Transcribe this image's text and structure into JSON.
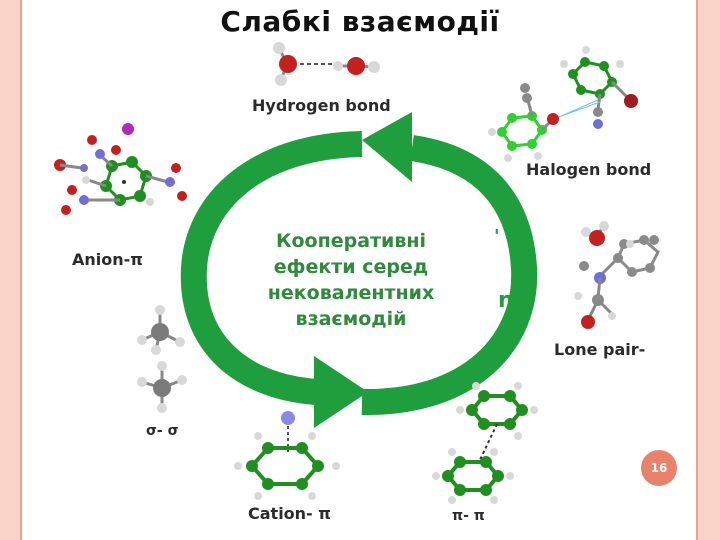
{
  "slide": {
    "title": "Слабкі взаємодії",
    "center_text": [
      "Кооперативні",
      "ефекти серед",
      "нековалентних",
      "взаємодій"
    ],
    "page_number": "16"
  },
  "diagram": {
    "labels": {
      "hydrogen_bond": "Hydrogen bond",
      "halogen_bond": "Halogen bond",
      "anion_pi": "Anion-π",
      "lone_pair": "Lone pair-",
      "sigma_sigma": "σ- σ",
      "cation_pi": "Cation- π",
      "pi_pi": "π- π"
    },
    "partial_text": {
      "apostrophe": "'",
      "ns": "ns"
    },
    "colors": {
      "arrow_green": "#1e9e3c",
      "atom_carbon": "#1f8f1f",
      "atom_oxygen": "#c4201d",
      "atom_nitrogen": "#6f6fd8",
      "atom_hydrogen": "#d8d8d8",
      "atom_iodine": "#b02ab8",
      "atom_grey": "#8a8a8a",
      "center_text": "#2f8a3c",
      "badge": "#e9826b"
    }
  }
}
